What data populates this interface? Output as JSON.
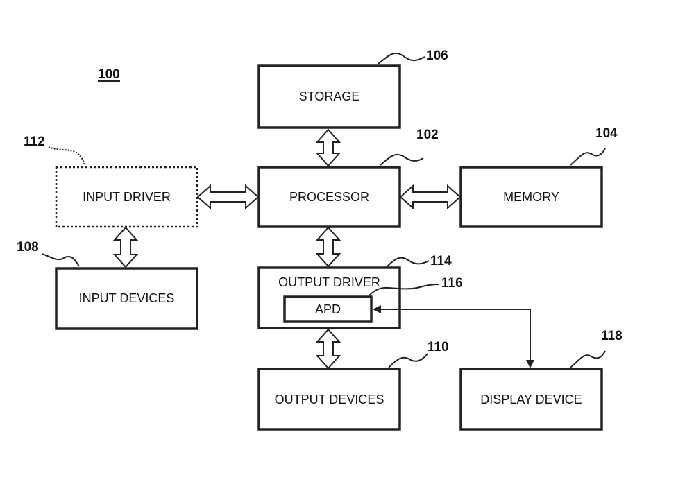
{
  "figure_ref": "100",
  "blocks": {
    "storage": {
      "label": "STORAGE",
      "ref": "106"
    },
    "processor": {
      "label": "PROCESSOR",
      "ref": "102"
    },
    "memory": {
      "label": "MEMORY",
      "ref": "104"
    },
    "input_driver": {
      "label": "INPUT DRIVER",
      "ref": "112"
    },
    "input_devices": {
      "label": "INPUT DEVICES",
      "ref": "108"
    },
    "output_driver": {
      "label": "OUTPUT DRIVER",
      "ref": "114"
    },
    "apd": {
      "label": "APD",
      "ref": "116"
    },
    "output_devices": {
      "label": "OUTPUT DEVICES",
      "ref": "110"
    },
    "display_device": {
      "label": "DISPLAY DEVICE",
      "ref": "118"
    }
  },
  "colors": {
    "line": "#222222",
    "background": "#ffffff"
  }
}
